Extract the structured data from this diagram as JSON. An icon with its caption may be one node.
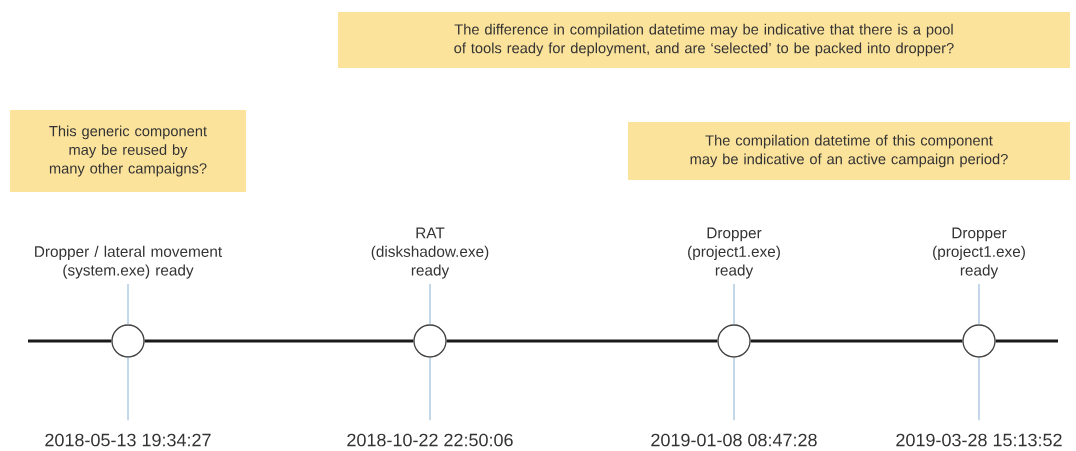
{
  "diagram": {
    "nodes": [
      {
        "text": [
          "The difference in compilation datetime may be indicative that there is a pool of tools ready for deployment, and are ‘selected’ to be packed into dropper?"
        ]
      },
      {
        "text": [
          "This generic component may be reused by many other campaigns?"
        ]
      },
      {
        "text": [
          "The compilation datetime of this component may be indicative of an active campaign period?"
        ]
      },
      {
        "text": [
          "Dropper / lateral movement (system.exe) ready"
        ]
      },
      {
        "text": [
          "RAT (diskshadow.exe) ready"
        ]
      },
      {
        "text": [
          "Dropper (project1.exe) ready"
        ]
      },
      {
        "text": [
          "Dropper (project1.exe) ready"
        ]
      },
      {
        "text": [],
        "shape": "circle"
      },
      {
        "text": [],
        "shape": "circle"
      },
      {
        "text": [],
        "shape": "circle"
      },
      {
        "text": [],
        "shape": "circle"
      },
      {
        "text": [
          "2018-05-13 19:34:27"
        ]
      },
      {
        "text": [
          "2018-10-22 22:50:06"
        ]
      },
      {
        "text": [
          "2019-01-08 08:47:28"
        ]
      },
      {
        "text": [
          "2019-03-28 15:13:52"
        ]
      }
    ],
    "edges": [
      {
        "from": null,
        "to": 7,
        "arrow": "none",
        "style": "thick",
        "color": "#1a1a1a"
      },
      {
        "from": 7,
        "to": 8,
        "arrow": "none",
        "style": "thick",
        "color": "#1a1a1a"
      },
      {
        "from": 8,
        "to": 9,
        "arrow": "none",
        "style": "thick",
        "color": "#1a1a1a"
      },
      {
        "from": 9,
        "to": 10,
        "arrow": "none",
        "style": "thick",
        "color": "#1a1a1a"
      },
      {
        "from": 10,
        "to": null,
        "arrow": "none",
        "style": "thick",
        "color": "#1a1a1a"
      },
      {
        "from": 7,
        "to": 3,
        "arrow": "none"
      },
      {
        "from": 7,
        "to": 11,
        "arrow": "none"
      },
      {
        "from": 8,
        "to": 4,
        "arrow": "none"
      },
      {
        "from": 8,
        "to": 12,
        "arrow": "none"
      },
      {
        "from": 9,
        "to": 5,
        "arrow": "none"
      },
      {
        "from": 9,
        "to": 13,
        "arrow": "none"
      },
      {
        "from": 10,
        "to": 6,
        "arrow": "none"
      },
      {
        "from": 10,
        "to": 14,
        "arrow": "none"
      }
    ]
  }
}
